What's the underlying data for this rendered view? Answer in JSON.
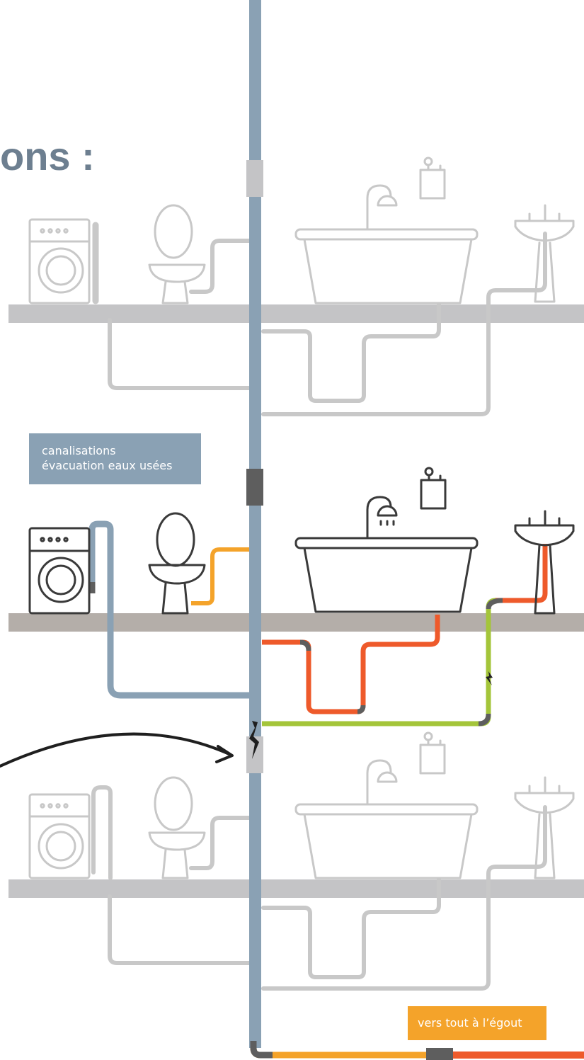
{
  "heading": {
    "text": "ons :"
  },
  "labels": {
    "pipes": [
      "canalisations",
      "évacuation eaux usées"
    ],
    "sewer": "vers tout à l’égout"
  },
  "floors": [
    {
      "name": "upper-floor",
      "state": "inactive",
      "fixtures": [
        "washing-machine",
        "toilet",
        "bathtub",
        "shower-head",
        "towel-holder",
        "washbasin"
      ]
    },
    {
      "name": "middle-floor",
      "state": "active",
      "fixtures": [
        "washing-machine",
        "toilet",
        "bathtub",
        "shower-head",
        "towel-holder",
        "washbasin"
      ]
    },
    {
      "name": "lower-floor",
      "state": "inactive",
      "fixtures": [
        "washing-machine",
        "toilet",
        "bathtub",
        "shower-head",
        "towel-holder",
        "washbasin"
      ]
    }
  ],
  "colors": {
    "stack": "#8aa1b4",
    "slab_active": "#b4aea9",
    "slab_inactive": "#c4c4c6",
    "faded_line": "#c8c8c8",
    "dark_line": "#3a3a3a",
    "orange": "#f4a32a",
    "red_orange": "#ee5a2b",
    "green": "#a4c53a",
    "joint": "#5e5e5e",
    "heading": "#6d7f90"
  },
  "icons": [
    "arrow-icon",
    "crack-icon",
    "leak-icon"
  ]
}
